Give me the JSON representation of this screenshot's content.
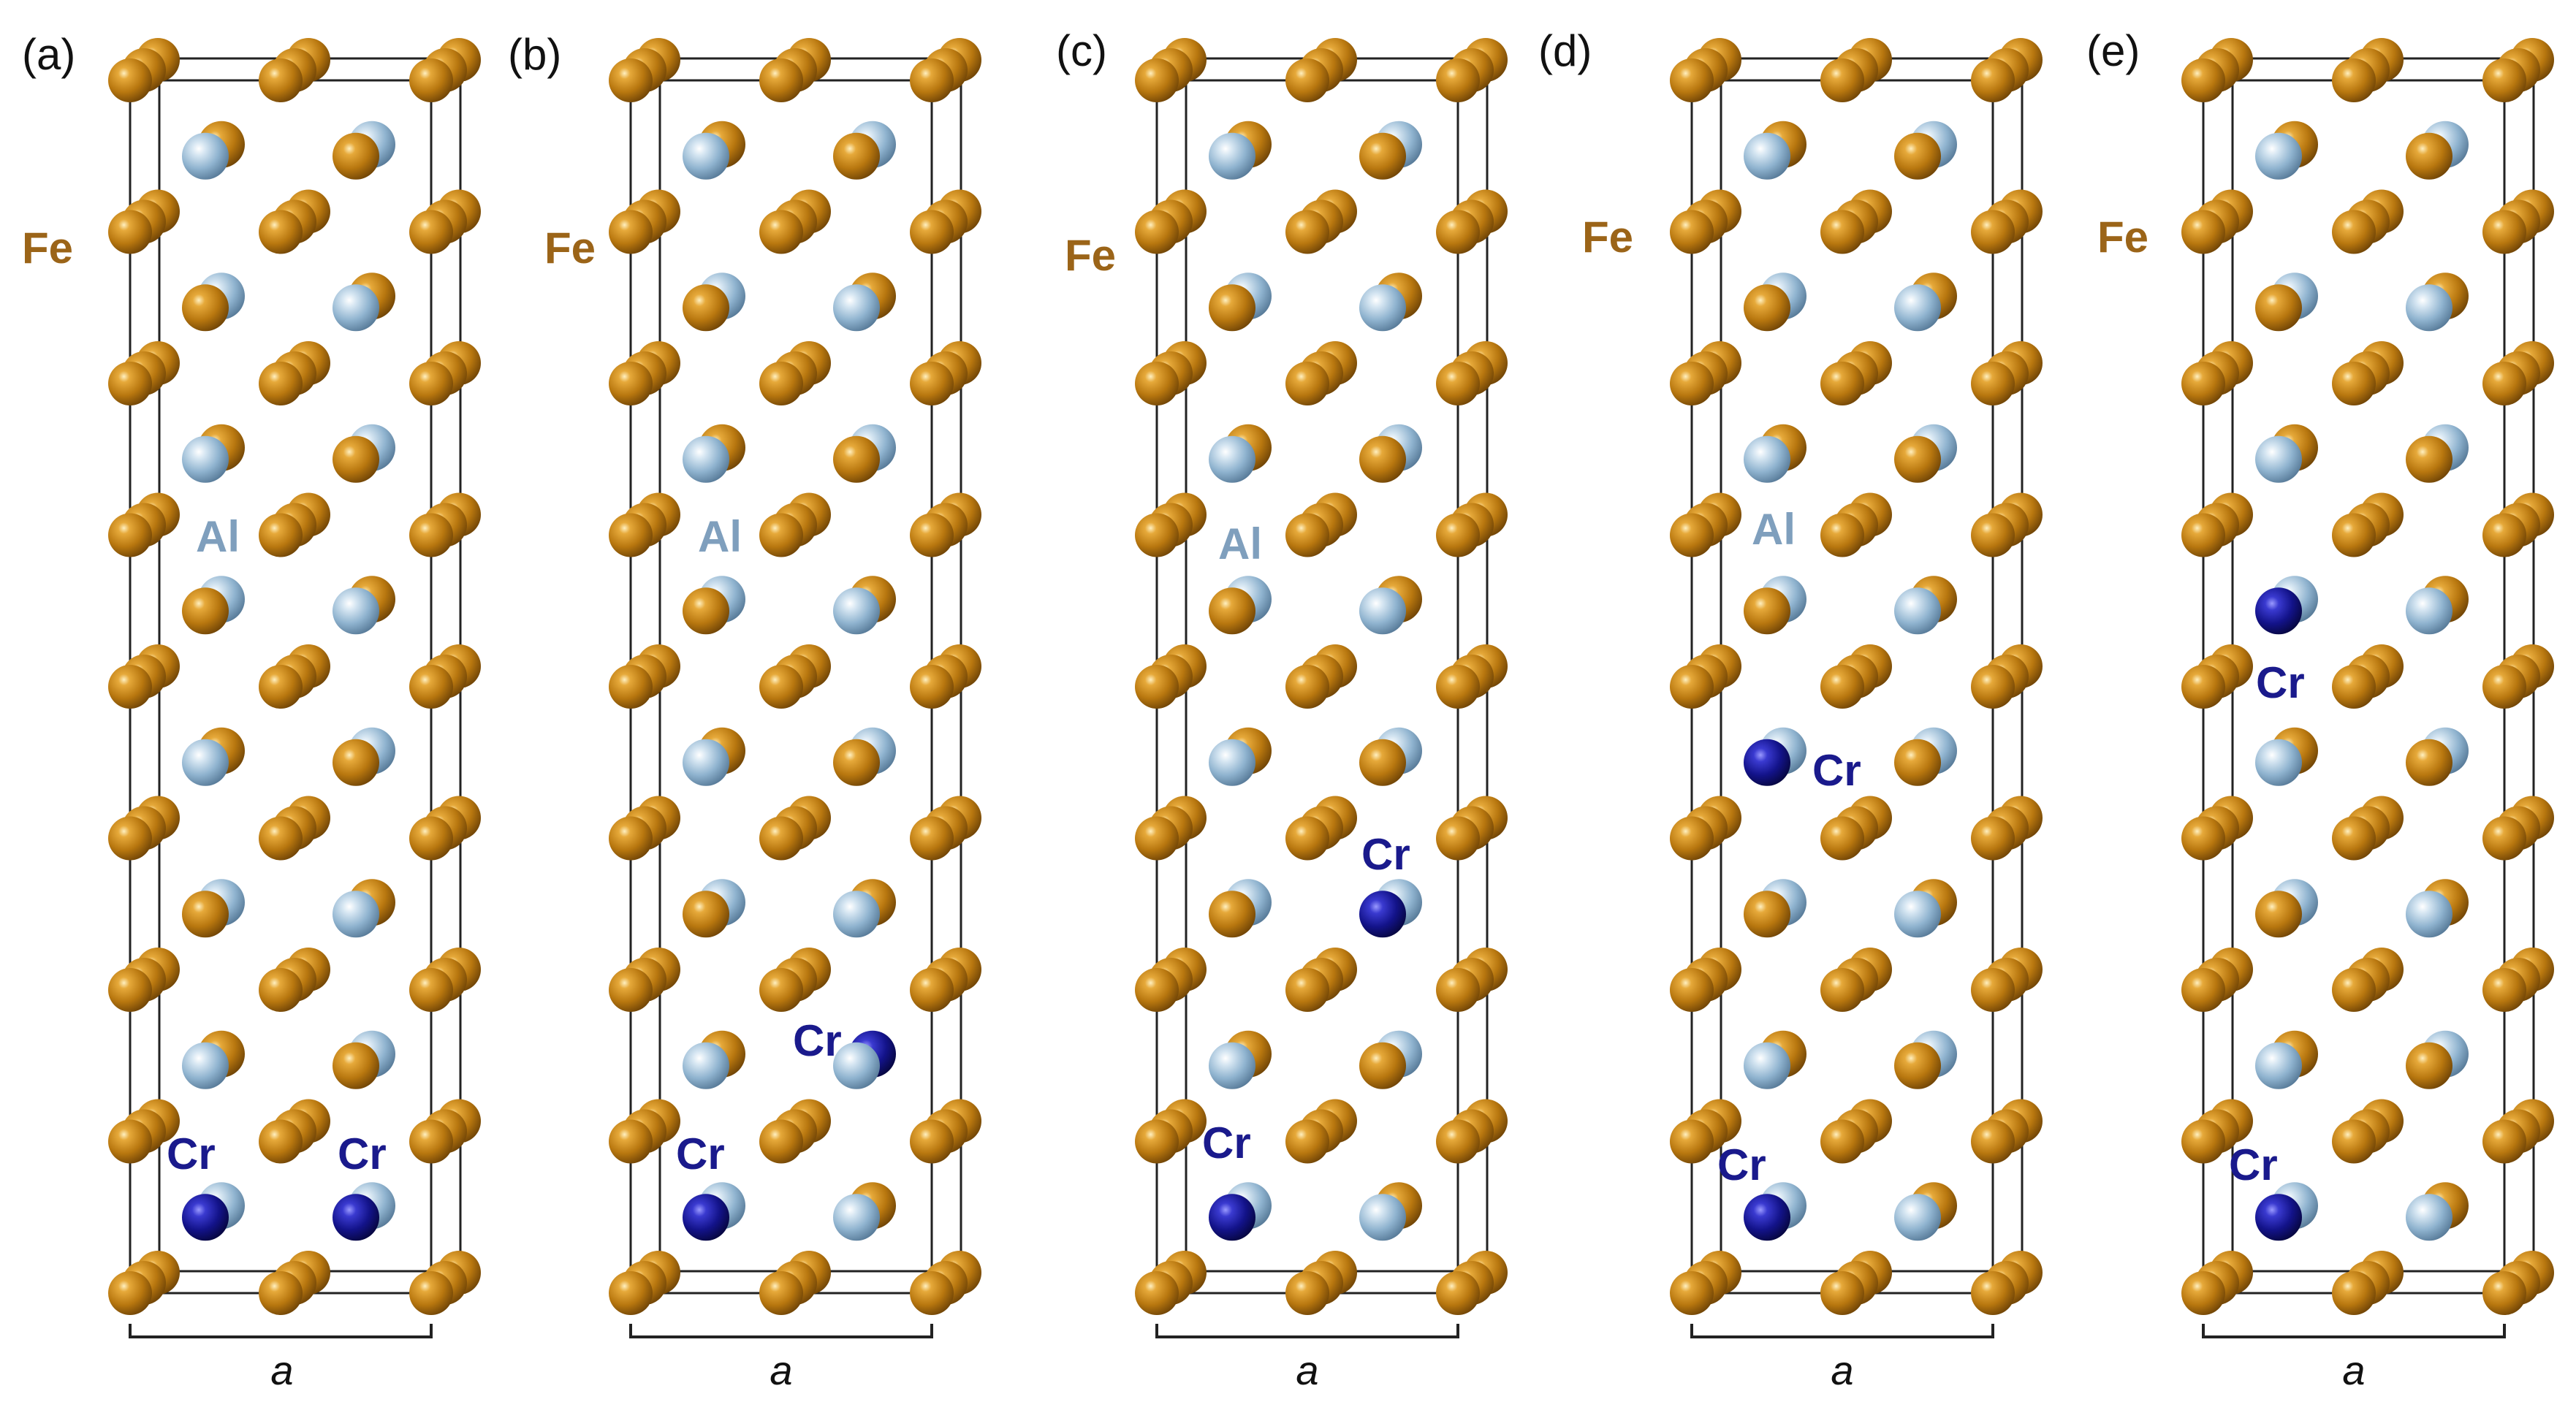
{
  "colors": {
    "Fe": "#b8770f",
    "Al": "#8fb3cf",
    "Cr": "#13138a",
    "Fe_label": "#9b6418",
    "Al_label": "#7f9fbd",
    "Cr_label": "#1a1a8c",
    "frame": "#222222"
  },
  "panels": [
    {
      "label": "(a)",
      "axis_label": "a",
      "element_labels": {
        "Fe": "Fe",
        "Al": "Al",
        "Cr1": "Cr",
        "Cr2": "Cr"
      },
      "cr_sites": [
        "bottom-left",
        "bottom-right"
      ]
    },
    {
      "label": "(b)",
      "axis_label": "a",
      "element_labels": {
        "Fe": "Fe",
        "Al": "Al",
        "Cr1": "Cr",
        "Cr2": "Cr"
      },
      "cr_sites": [
        "bottom-left",
        "lower-right"
      ]
    },
    {
      "label": "(c)",
      "axis_label": "a",
      "element_labels": {
        "Fe": "Fe",
        "Al": "Al",
        "Cr1": "Cr",
        "Cr2": "Cr"
      },
      "cr_sites": [
        "bottom-left",
        "middle-right"
      ]
    },
    {
      "label": "(d)",
      "axis_label": "a",
      "element_labels": {
        "Fe": "Fe",
        "Al": "Al",
        "Cr1": "Cr",
        "Cr2": "Cr"
      },
      "cr_sites": [
        "bottom-left",
        "middle-left"
      ]
    },
    {
      "label": "(e)",
      "axis_label": "a",
      "element_labels": {
        "Fe": "Fe",
        "Cr1": "Cr",
        "Cr2": "Cr"
      },
      "cr_sites": [
        "bottom-left",
        "upper-left"
      ]
    }
  ]
}
